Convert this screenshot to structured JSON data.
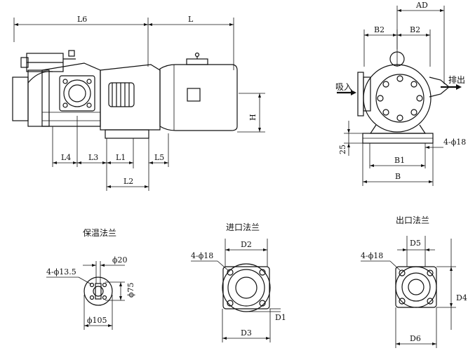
{
  "front_view": {
    "dims": {
      "L6": "L6",
      "L": "L",
      "H": "H",
      "L4": "L4",
      "L3": "L3",
      "L1": "L1",
      "L5": "L5",
      "L2": "L2"
    }
  },
  "side_view": {
    "dims": {
      "AD": "AD",
      "B2_left": "B2",
      "B2_right": "B2",
      "B1": "B1",
      "B": "B",
      "h25": "25",
      "holes": "4-ϕ18"
    },
    "inlet_label": "吸入",
    "outlet_label": "排出"
  },
  "flange_heat": {
    "title": "保温法兰",
    "d20": "ϕ20",
    "holes": "4-ϕ13.5",
    "d75": "ϕ75",
    "d105": "ϕ105"
  },
  "flange_in": {
    "title": "进口法兰",
    "D2": "D2",
    "holes": "4-ϕ18",
    "D1": "D1",
    "D3": "D3"
  },
  "flange_out": {
    "title": "出口法兰",
    "D5": "D5",
    "holes": "4-ϕ18",
    "D4": "D4",
    "D6": "D6"
  }
}
